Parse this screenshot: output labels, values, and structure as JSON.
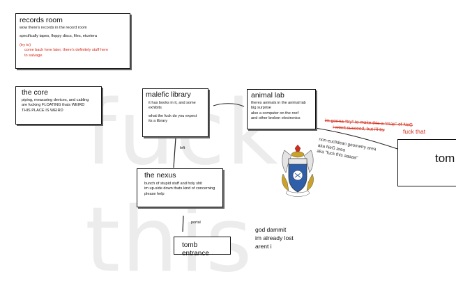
{
  "watermark": {
    "line1": "fuck",
    "line2": "this"
  },
  "records_room": {
    "title": "records room",
    "lines": [
      "wow there's records in the record room",
      "",
      "specifically tapes, floppy discs, files, etcetera"
    ],
    "aside_tag": "(try to)",
    "aside_lines": [
      "come back here later, there's definitely stuff here",
      "to salvage"
    ]
  },
  "the_core": {
    "title": "the core",
    "lines": [
      "piping, measuring devices, and cabling",
      "are fucking FLOATING thats WEIRD",
      "THIS PLACE IS WEIRD"
    ]
  },
  "malefic_library": {
    "title": "malefic library",
    "lines": [
      "it has books in it, and some",
      "exhibits",
      "",
      "what the fuck do you expect",
      "its a library"
    ]
  },
  "animal_lab": {
    "title": "animal lab",
    "lines": [
      "theres animals in the animal lab",
      "big surprise",
      "also a computer on the roof",
      "and other broken electronics"
    ]
  },
  "the_nexus": {
    "title": "the nexus",
    "lines": [
      "bunch of stupid stuff and holy shit",
      "im up-side down thats kind of concerning",
      "please help"
    ]
  },
  "tomb_entrance": {
    "title": "tomb entrance"
  },
  "tomb": {
    "title": "tom"
  },
  "edge_labels": {
    "left": "left",
    "portal": "portal"
  },
  "map_note": {
    "struck_lines": [
      "im gonna *try* to make this a \"map\" of NeG",
      "i won't succeed, but i'll try"
    ],
    "reply": "fuck that"
  },
  "euclid_note": [
    "non-euclidean geometry area",
    "aka NeG area",
    "aka \"fuck this aaaaa\""
  ],
  "lost_note": [
    "god dammit",
    "im already lost",
    "arent i"
  ],
  "crest": {
    "icon": "coat-of-arms-icon",
    "accent": "#2f5fa8",
    "gold": "#c9a227",
    "red": "#d42a1a"
  }
}
